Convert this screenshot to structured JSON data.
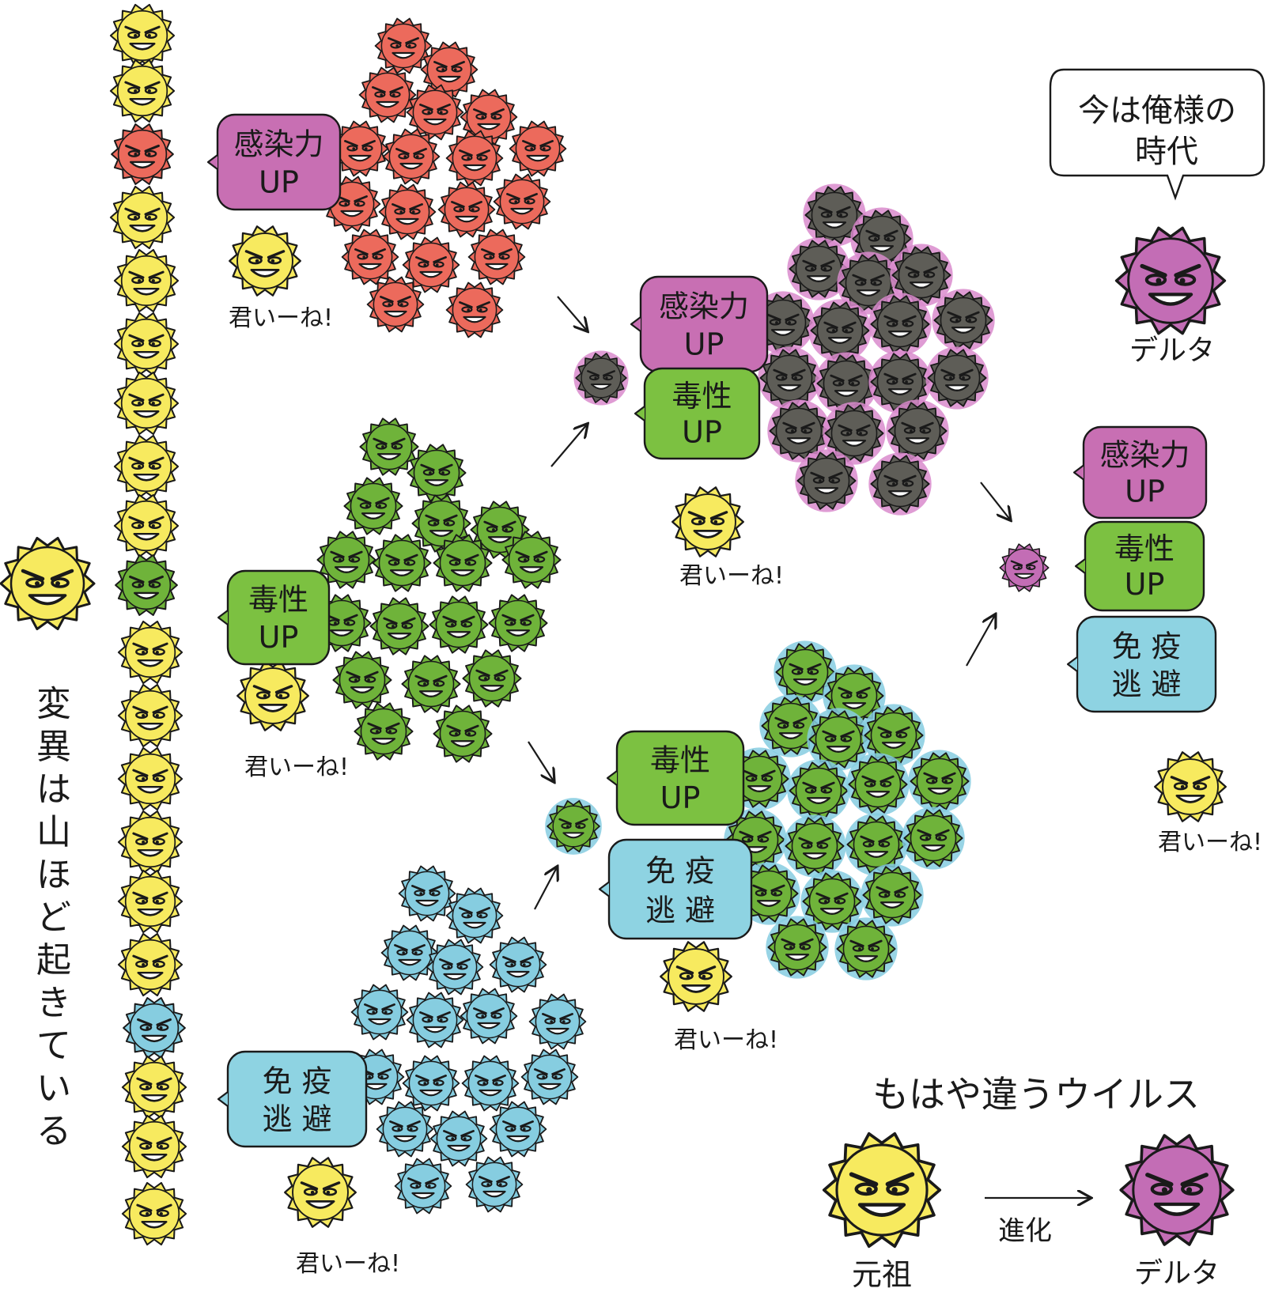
{
  "caption_vertical": "変異は山ほど起きている",
  "like_text": "君いーね!",
  "speech_bubble": {
    "line1": "今は俺様の",
    "line2": "時代"
  },
  "delta_label": "デルタ",
  "tags": {
    "infect": [
      "感染力",
      "UP"
    ],
    "toxic": [
      "毒性",
      "UP"
    ],
    "escape": [
      "免 疫",
      "逃 避"
    ]
  },
  "summary": {
    "title": "もはや違うウイルス",
    "origin_label": "元祖",
    "arrow_label": "進化",
    "delta_label": "デルタ"
  },
  "colors": {
    "yellow": "#f7ea5f",
    "red": "#ec6a5c",
    "green": "#6fb33a",
    "blue": "#86cde0",
    "gray": "#5e5d57",
    "purple": "#c36db5",
    "tag_infect": "#c86fb3",
    "tag_toxic": "#7cc141",
    "tag_escape": "#8ed3e2",
    "ink": "#1a1a1a"
  }
}
